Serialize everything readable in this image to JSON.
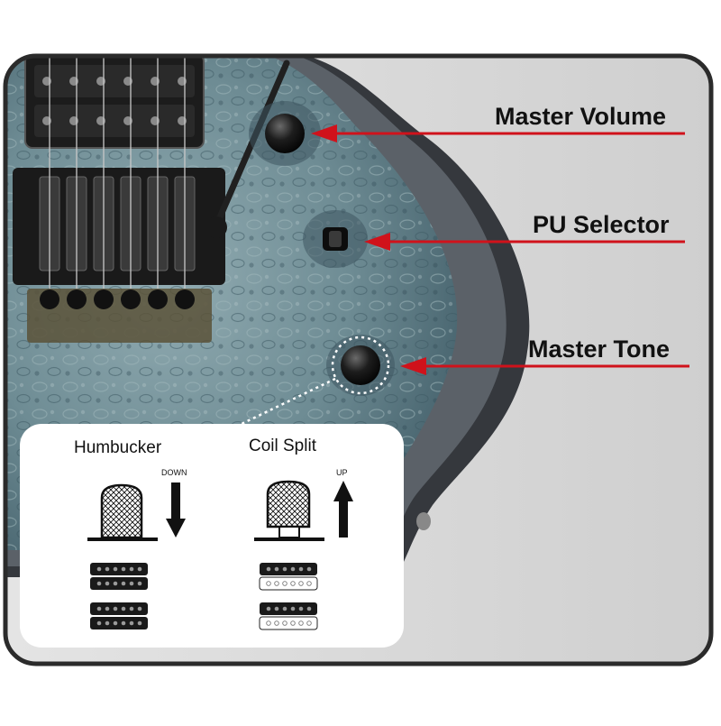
{
  "callouts": {
    "master_volume": "Master Volume",
    "pu_selector": "PU Selector",
    "master_tone": "Master Tone"
  },
  "inset": {
    "humbucker": {
      "title": "Humbucker",
      "direction": "DOWN"
    },
    "coil_split": {
      "title": "Coil Split",
      "direction": "UP"
    }
  },
  "colors": {
    "callout_red": "#d0121b",
    "frame": "#2b2b2b",
    "panel_bg": "#d6d6d6",
    "wood_blue": "#6d8c97",
    "body_edge": "#3a3d42"
  }
}
